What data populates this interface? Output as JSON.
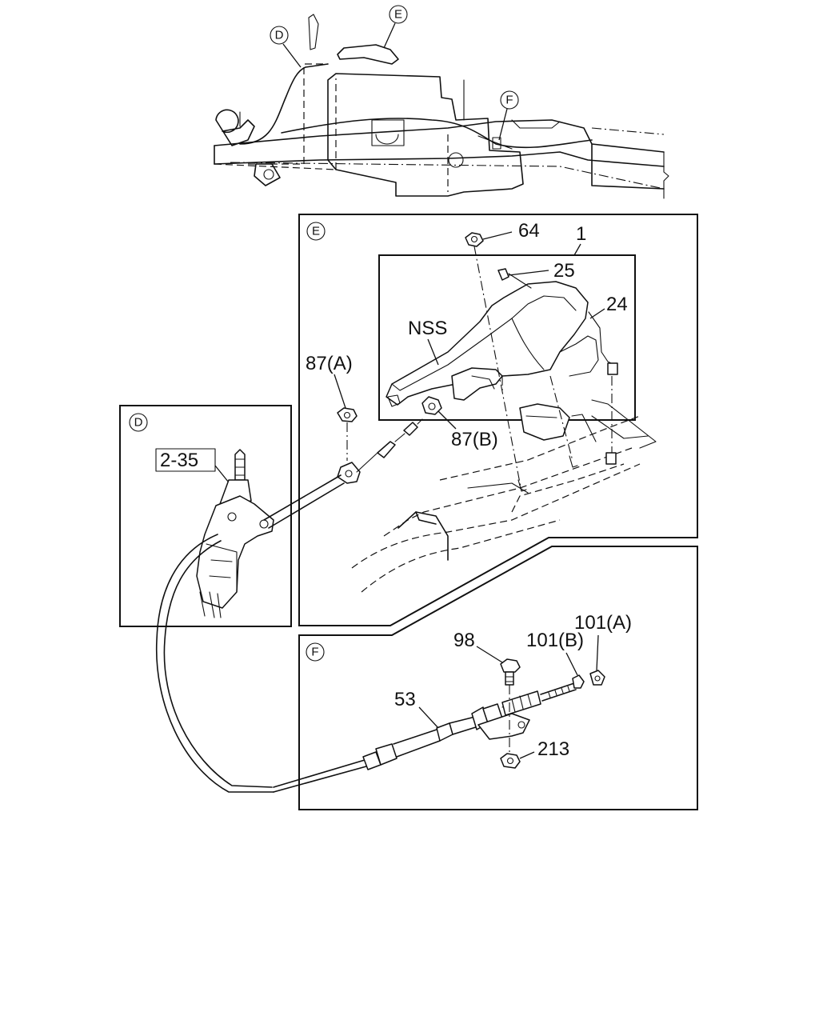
{
  "callouts": {
    "overview_d": "D",
    "overview_e": "E",
    "overview_f": "F",
    "panel_d": "D",
    "panel_e": "E",
    "panel_f": "F"
  },
  "labels": {
    "part_64": "64",
    "part_1": "1",
    "part_25": "25",
    "part_24": "24",
    "nss": "NSS",
    "part_87a": "87(A)",
    "part_87b": "87(B)",
    "part_2_35": "2-35",
    "part_98": "98",
    "part_101b": "101(B)",
    "part_101a": "101(A)",
    "part_53": "53",
    "part_213": "213"
  }
}
